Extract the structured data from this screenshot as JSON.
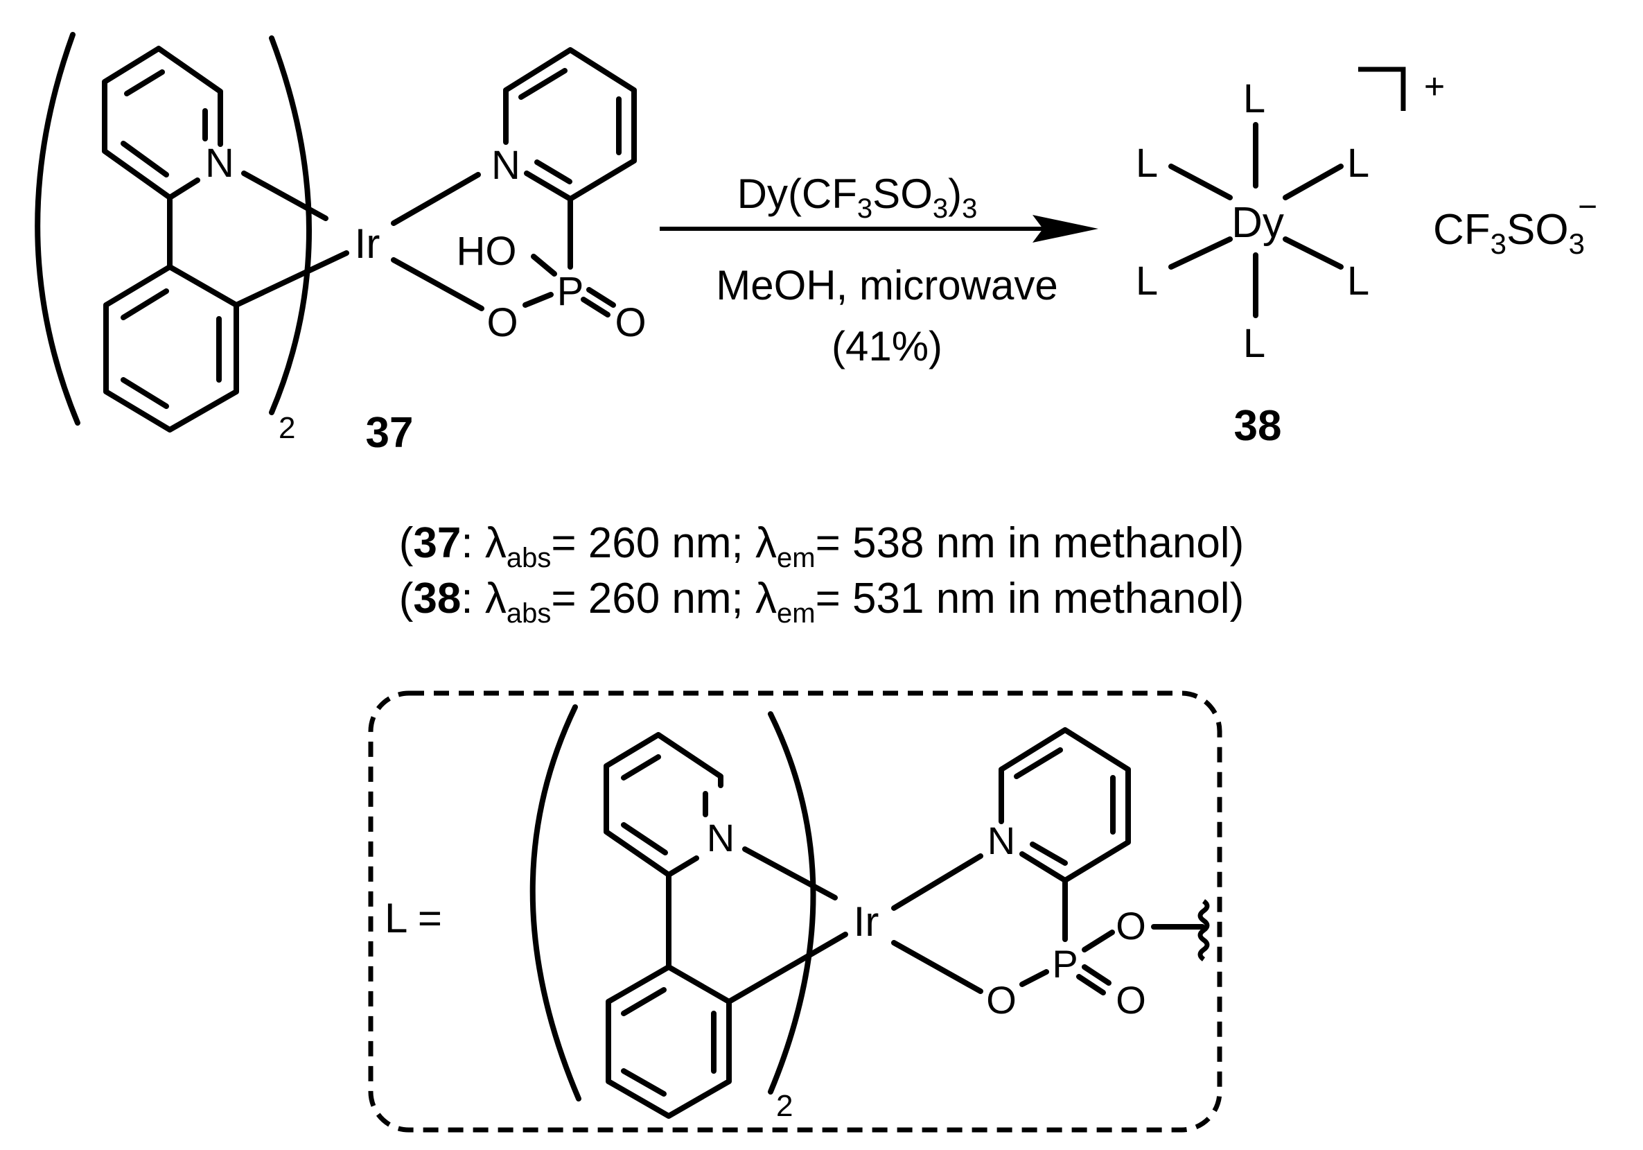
{
  "reaction": {
    "reagent_parts": [
      "Dy(CF",
      "3",
      "SO",
      "3",
      ")",
      "3"
    ],
    "conditions": "MeOH, microwave",
    "yield": "(41%)"
  },
  "compounds": {
    "reactant_label": "37",
    "product_label": "38",
    "ligand_count": "2",
    "counterion_parts": [
      "CF",
      "3",
      "SO",
      "3",
      "−"
    ],
    "charge": "+",
    "metal_center": "Dy",
    "iridium": "Ir",
    "ligand_symbol": "L",
    "ligand_definition": "L ="
  },
  "atoms": {
    "N": "N",
    "O": "O",
    "P": "P",
    "HO": "HO"
  },
  "captions": [
    {
      "open": "(",
      "id": "37",
      "sep": ": ",
      "lambda1": "λ",
      "sub1": "abs",
      "text1": "= 260 nm; ",
      "lambda2": "λ",
      "sub2": "em",
      "text2": "= 538 nm in methanol)"
    },
    {
      "open": "(",
      "id": "38",
      "sep": ": ",
      "lambda1": "λ",
      "sub1": "abs",
      "text1": "= 260 nm; ",
      "lambda2": "λ",
      "sub2": "em",
      "text2": "= 531 nm in methanol)"
    }
  ]
}
